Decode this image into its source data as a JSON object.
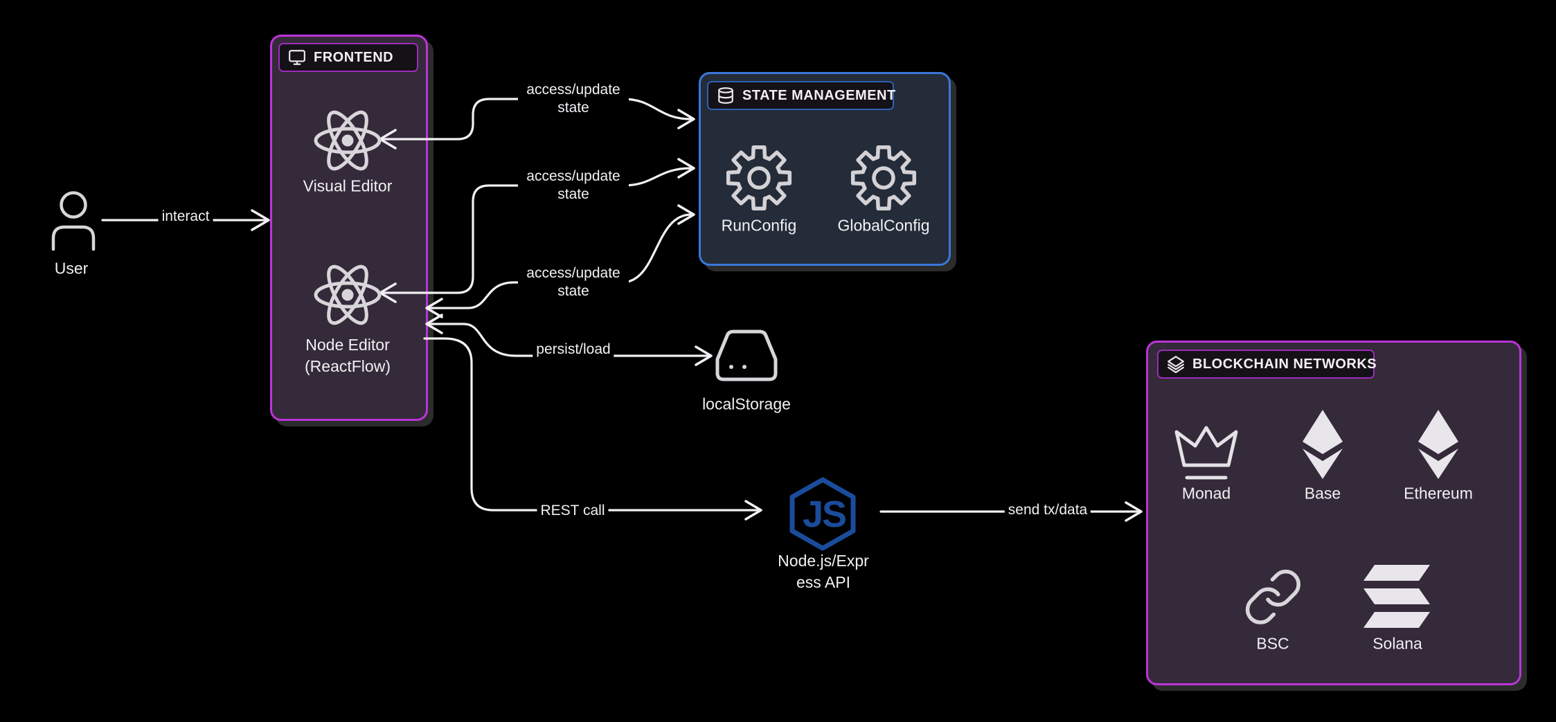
{
  "groups": {
    "frontend": {
      "title": "FRONTEND"
    },
    "state": {
      "title": "STATE MANAGEMENT"
    },
    "blockchain": {
      "title": "BLOCKCHAIN NETWORKS"
    }
  },
  "nodes": {
    "user": {
      "label": "User"
    },
    "visual_editor": {
      "label": "Visual Editor"
    },
    "node_editor": {
      "line1": "Node Editor",
      "line2": "(ReactFlow)"
    },
    "run_config": {
      "label": "RunConfig"
    },
    "global_config": {
      "label": "GlobalConfig"
    },
    "local_storage": {
      "label": "localStorage"
    },
    "api": {
      "line1": "Node.js/Expr",
      "line2": "ess API",
      "icon_text": "JS"
    },
    "monad": {
      "label": "Monad"
    },
    "base": {
      "label": "Base"
    },
    "ethereum": {
      "label": "Ethereum"
    },
    "bsc": {
      "label": "BSC"
    },
    "solana": {
      "label": "Solana"
    }
  },
  "edges": {
    "interact": {
      "label": "interact"
    },
    "ve_state": {
      "label": "access/update state"
    },
    "ne_state_a": {
      "label": "access/update state"
    },
    "ne_state_b": {
      "label": "access/update state"
    },
    "persist": {
      "label": "persist/load"
    },
    "rest": {
      "label": "REST call"
    },
    "send": {
      "label": "send tx/data"
    }
  },
  "colors": {
    "background": "#000000",
    "frontend_border": "#bd34d9",
    "blockchain_border": "#bd34d9",
    "state_border": "#3a78dd",
    "frontend_fill": "#342a39",
    "state_fill": "#232c38",
    "badge_fill": "#141117",
    "line": "#f2f0f4",
    "icon_gray": "#d8d6da",
    "nodejs_blue": "#1b4c9b",
    "text": "#f2f0f4"
  }
}
